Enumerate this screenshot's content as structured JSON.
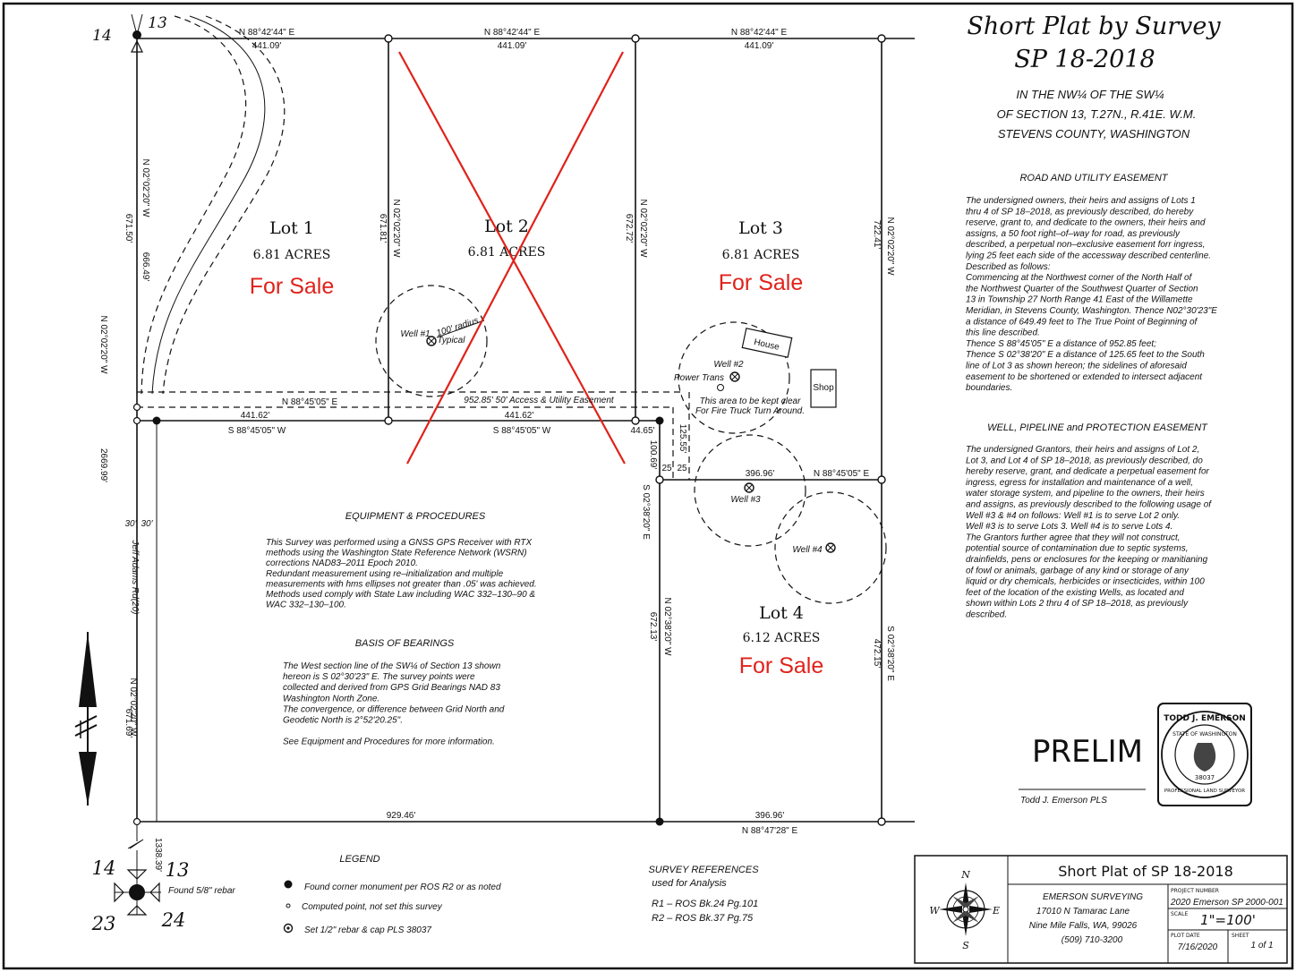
{
  "title": {
    "line1": "Short Plat by Survey",
    "line2": "SP 18-2018",
    "loc1": "IN THE NW¼ OF THE SW¼",
    "loc2": "OF SECTION 13, T.27N., R.41E. W.M.",
    "loc3": "STEVENS COUNTY, WASHINGTON"
  },
  "road_easement": {
    "heading": "ROAD AND UTILITY EASEMENT",
    "lines": [
      "The undersigned owners, their heirs and assigns of Lots 1",
      "thru 4 of SP 18–2018, as previously described, do hereby",
      "reserve, grant to, and dedicate to the owners, their heirs and",
      "assigns, a 50 foot right–of–way for road, as previously",
      "described, a perpetual non–exclusive easement forr ingress,",
      "lying 25 feet each side of the accessway described centerline.",
      "Described as follows:",
      "Commencing at the Northwest corner of the North Half of",
      "the Northwest Quarter of the Southwest Quarter of Section",
      "13 in Township 27 North Range 41 East of the Willamette",
      "Meridian, in Stevens County, Washington.  Thence N02°30'23\"E",
      "a distance of 649.49 feet to The True Point of Beginning of",
      "this line described.",
      "Thence S 88°45'05\" E a distance of 952.85 feet;",
      "Thence S 02°38'20\" E a distance of 125.65 feet to the South",
      "line of Lot 3 as shown hereon; the sidelines of aforesaid",
      "easement to be shortened or extended to intersect adjacent",
      "boundaries."
    ]
  },
  "well_easement": {
    "heading": "WELL, PIPELINE and PROTECTION EASEMENT",
    "lines": [
      "The undersigned Grantors, their heirs and assigns of Lot 2,",
      "Lot 3, and Lot 4 of SP 18–2018, as previously described, do",
      "hereby reserve, grant, and dedicate a perpetual easement for",
      "ingress, egress for installation and maintenance of a well,",
      "water storage system, and pipeline to the owners, their heirs",
      "and assigns, as previously described to the following usage of",
      "Well #3 & #4 on follows: Well #1 is to serve Lot 2 only.",
      "Well #3 is to serve Lots 3. Well #4 is to serve Lots 4.",
      "The Grantors further agree that they will not construct,",
      "potential source of contamination due to septic systems,",
      "drainfields, pens or enclosures for the keeping or manitianing",
      "of fowl or animals, garbage of any kind or storage of any",
      "liquid or dry chemicals, herbicides or insecticides, within 100",
      "feet of the location of the existing Wells, as located and",
      "shown within Lots 2 thru 4 of SP 18–2018, as previously",
      "described."
    ]
  },
  "equipment": {
    "heading": "EQUIPMENT & PROCEDURES",
    "lines": [
      "This Survey was performed using a GNSS GPS Receiver with RTX",
      "methods using the Washington State Reference Network (WSRN)",
      "corrections NAD83–2011 Epoch 2010.",
      "Redundant measurement using re–initialization and multiple",
      "measurements with hms ellipses not greater than .05' was achieved.",
      "Methods used comply with State Law including WAC 332–130–90 &",
      "WAC 332–130–100."
    ]
  },
  "bearings": {
    "heading": "BASIS OF BEARINGS",
    "lines": [
      "The West section line of the SW¼ of Section 13 shown",
      "hereon is S 02°30'23\" E. The survey points were",
      "collected and derived from GPS Grid Bearings NAD 83",
      "Washington North Zone.",
      "The convergence, or difference between Grid North and",
      "Geodetic North is 2°52'20.25\".",
      "",
      "See Equipment and Procedures for more information."
    ]
  },
  "legend": {
    "heading": "LEGEND",
    "items": [
      "Found corner monument per ROS R2 or as noted",
      "Computed point, not set this survey",
      "Set 1/2\" rebar & cap PLS 38037"
    ]
  },
  "survey_refs": {
    "heading": "SURVEY REFERENCES",
    "sub": "used for Analysis",
    "items": [
      "R1 – ROS Bk.24 Pg.101",
      "R2 – ROS Bk.37 Pg.75"
    ]
  },
  "lots": [
    {
      "name": "Lot 1",
      "acres": "6.81 ACRES",
      "status": "For Sale"
    },
    {
      "name": "Lot 2",
      "acres": "6.81 ACRES",
      "status": ""
    },
    {
      "name": "Lot 3",
      "acres": "6.81 ACRES",
      "status": "For Sale"
    },
    {
      "name": "Lot 4",
      "acres": "6.12 ACRES",
      "status": "For Sale"
    }
  ],
  "bearings_labels": {
    "north_1": "N 88°42'44\" E",
    "north_2": "N 88°42'44\" E",
    "north_3": "N 88°42'44\" E",
    "north_d1": "441.09'",
    "north_d2": "441.09'",
    "north_d3": "441.09'",
    "easement_bearing": "N 88°45'05\" E",
    "easement_label": "952.85' 50' Access & Utility Easement",
    "mid_1": "S 88°45'05\" W",
    "mid_2": "S 88°45'05\" W",
    "mid_d1": "441.62'",
    "mid_d2": "441.62'",
    "mid_d3": "44.65'",
    "lot4_top_d": "396.96'",
    "lot4_top_b": "N 88°45'05\" E",
    "bottom_d1": "929.46'",
    "bottom_d2": "396.96'",
    "bottom_b": "N 88°47'28\" E",
    "v_lot1_d": "671.50'",
    "v_lot1_b": "N 02°02'20\" W",
    "v_lot1_d2": "666.49'",
    "v_12_d": "671.81'",
    "v_12_b": "N 02°02'20\" W",
    "v_23_d": "672.72'",
    "v_23_b": "N 02°02'20\" W",
    "v_east_d": "722.41'",
    "v_east_b": "N 02°02'20\" W",
    "v_lot4w_d": "672.13'",
    "v_lot4w_b": "N 02°38'20\" W",
    "v_lot4e_d": "472.15'",
    "v_lot4e_b": "S 02°38'20\" E",
    "v_mid_d": "100.69'",
    "v_mid_b": "S 02°38'20\" E",
    "v_ease_d": "125.55'",
    "v_25a": "25",
    "v_25b": "25",
    "west_b": "N 02°02'20\" W",
    "west_total": "2669.99'",
    "west_lower_d": "671.69'",
    "west_lower_b": "N 02°02'20\" W",
    "west_30a": "30'",
    "west_30b": "30'",
    "road_name": "Jeff Adams Rd(20)",
    "sw_dist": "1338.39'"
  },
  "features": {
    "well1": "Well #1",
    "radius": "100' radius",
    "typical": "Typical",
    "well2": "Well #2",
    "well3": "Well #3",
    "well4": "Well #4",
    "power": "Power Trans",
    "house": "House",
    "shop": "Shop",
    "clear1": "This area to be kept clear",
    "clear2": "For Fire Truck Turn Around."
  },
  "corners": {
    "nw_14": "14",
    "nw_13": "13",
    "sw_14": "14",
    "sw_13": "13",
    "sw_23": "23",
    "sw_24": "24",
    "sw_note": "Found 5/8\" rebar"
  },
  "stamp": {
    "prelim": "PRELIM",
    "signer": "Todd J. Emerson PLS",
    "seal_name": "TODD J. EMERSON",
    "seal_state": "STATE OF WASHINGTON",
    "seal_num": "38037",
    "seal_bottom": "PROFESSIONAL LAND SURVEYOR"
  },
  "title_block": {
    "title": "Short Plat of SP 18-2018",
    "company": "EMERSON SURVEYING",
    "addr1": "17010 N Tamarac Lane",
    "addr2": "Nine Mile Falls, WA, 99026",
    "phone": "(509) 710-3200",
    "project_label": "PROJECT NUMBER",
    "project": "2020 Emerson SP 2000-001",
    "scale_label": "SCALE",
    "scale": "1\"=100'",
    "date_label": "PLOT DATE",
    "date": "7/16/2020",
    "sheet_label": "SHEET",
    "sheet": "1 of 1",
    "compass_n": "N",
    "compass_e": "E",
    "compass_s": "S",
    "compass_w": "W"
  },
  "colors": {
    "sale": "#e0221a",
    "crossout": "#e0221a",
    "ink": "#111111"
  }
}
